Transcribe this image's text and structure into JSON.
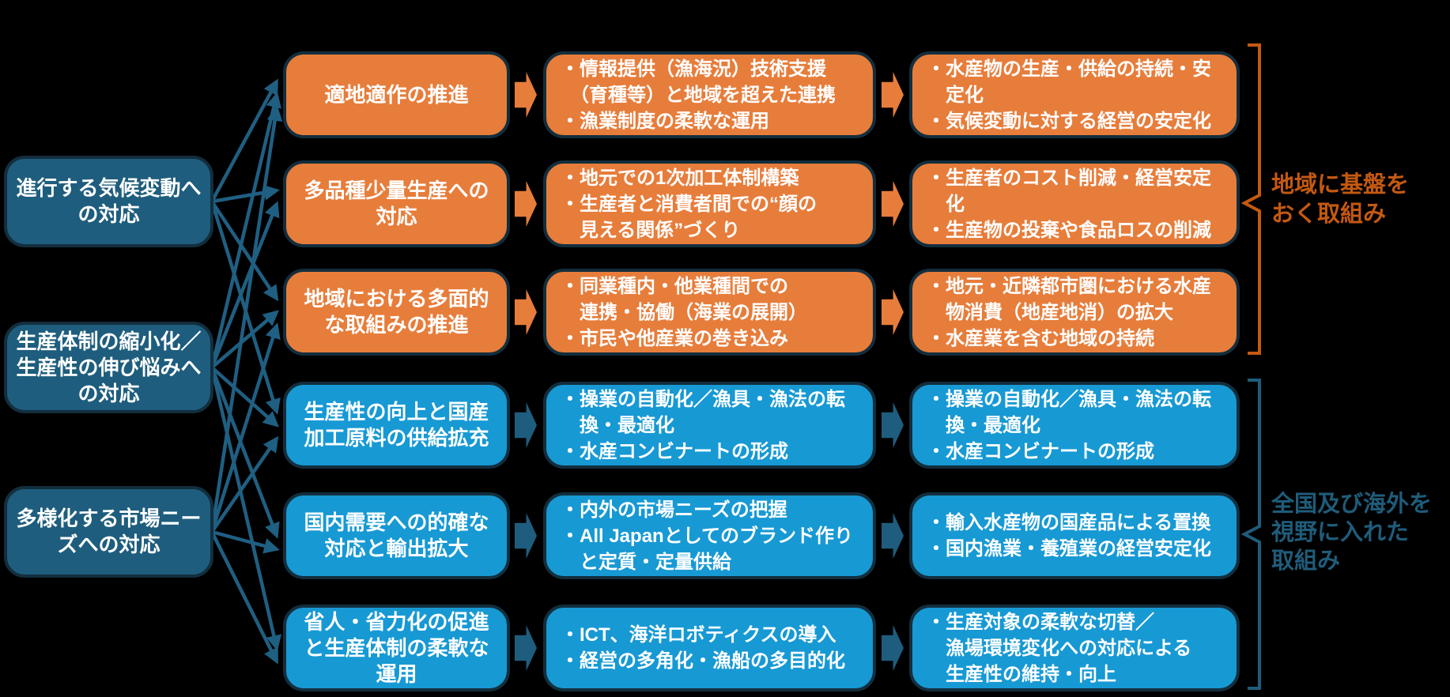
{
  "title": "水産業の課題と取組みの流れ図",
  "colors": {
    "background": "#000000",
    "challenge_box": "#1E5D7D",
    "regional_box": "#E77D3B",
    "national_box": "#1799D4",
    "connector": "#1F5F82",
    "regional_group": "#C45911",
    "national_group": "#1F5C7A"
  },
  "challenges": [
    {
      "label": "進行する気候変動へ\nの対応"
    },
    {
      "label": "生産体制の縮小化／\n生産性の伸び悩みへ\nの対応"
    },
    {
      "label": "多様化する市場ニー\nズへの対応"
    }
  ],
  "rows": [
    {
      "theme": "orange",
      "initiative": "適地適作の推進",
      "actions": "・情報提供（漁海況）技術支援\n　（育種等）と地域を超えた連携\n・漁業制度の柔軟な運用",
      "outcomes": "・水産物の生産・供給の持続・安\n　定化\n・気候変動に対する経営の安定化"
    },
    {
      "theme": "orange",
      "initiative": "多品種少量生産への\n対応",
      "actions": "・地元での1次加工体制構築\n・生産者と消費者間での“顔の\n　見える関係”づくり",
      "outcomes": "・生産者のコスト削減・経営安定\n　化\n・生産物の投棄や食品ロスの削減"
    },
    {
      "theme": "orange",
      "initiative": "地域における多面的\nな取組みの推進",
      "actions": "・同業種内・他業種間での\n　連携・協働（海業の展開）\n・市民や他産業の巻き込み",
      "outcomes": "・地元・近隣都市圏における水産\n　物消費（地産地消）の拡大\n・水産業を含む地域の持続"
    },
    {
      "theme": "blue",
      "initiative": "生産性の向上と国産\n加工原料の供給拡充",
      "actions": "・操業の自動化／漁具・漁法の転\n　換・最適化\n・水産コンビナートの形成",
      "outcomes": "・操業の自動化／漁具・漁法の転\n　換・最適化\n・水産コンビナートの形成"
    },
    {
      "theme": "blue",
      "initiative": "国内需要への的確な\n対応と輸出拡大",
      "actions": "・内外の市場ニーズの把握\n・All Japanとしてのブランド作り\n　と定質・定量供給",
      "outcomes": "・輸入水産物の国産品による置換\n・国内漁業・養殖業の経営安定化"
    },
    {
      "theme": "blue",
      "initiative": "省人・省力化の促進\nと生産体制の柔軟な\n運用",
      "actions": "・ICT、海洋ロボティクスの導入\n・経営の多角化・漁船の多目的化",
      "outcomes": "・生産対象の柔軟な切替／\n　漁場環境変化への対応による\n　生産性の維持・向上"
    }
  ],
  "groups": [
    {
      "label": "地域に基盤を\nおく取組み",
      "color": "#C45911"
    },
    {
      "label": "全国及び海外を\n視野に入れた\n取組み",
      "color": "#1F5C7A"
    }
  ],
  "connections": [
    [
      0,
      0
    ],
    [
      0,
      1
    ],
    [
      0,
      2
    ],
    [
      0,
      3
    ],
    [
      1,
      0
    ],
    [
      1,
      1
    ],
    [
      1,
      2
    ],
    [
      1,
      3
    ],
    [
      1,
      4
    ],
    [
      1,
      5
    ],
    [
      2,
      0
    ],
    [
      2,
      2
    ],
    [
      2,
      3
    ],
    [
      2,
      4
    ],
    [
      2,
      5
    ]
  ]
}
